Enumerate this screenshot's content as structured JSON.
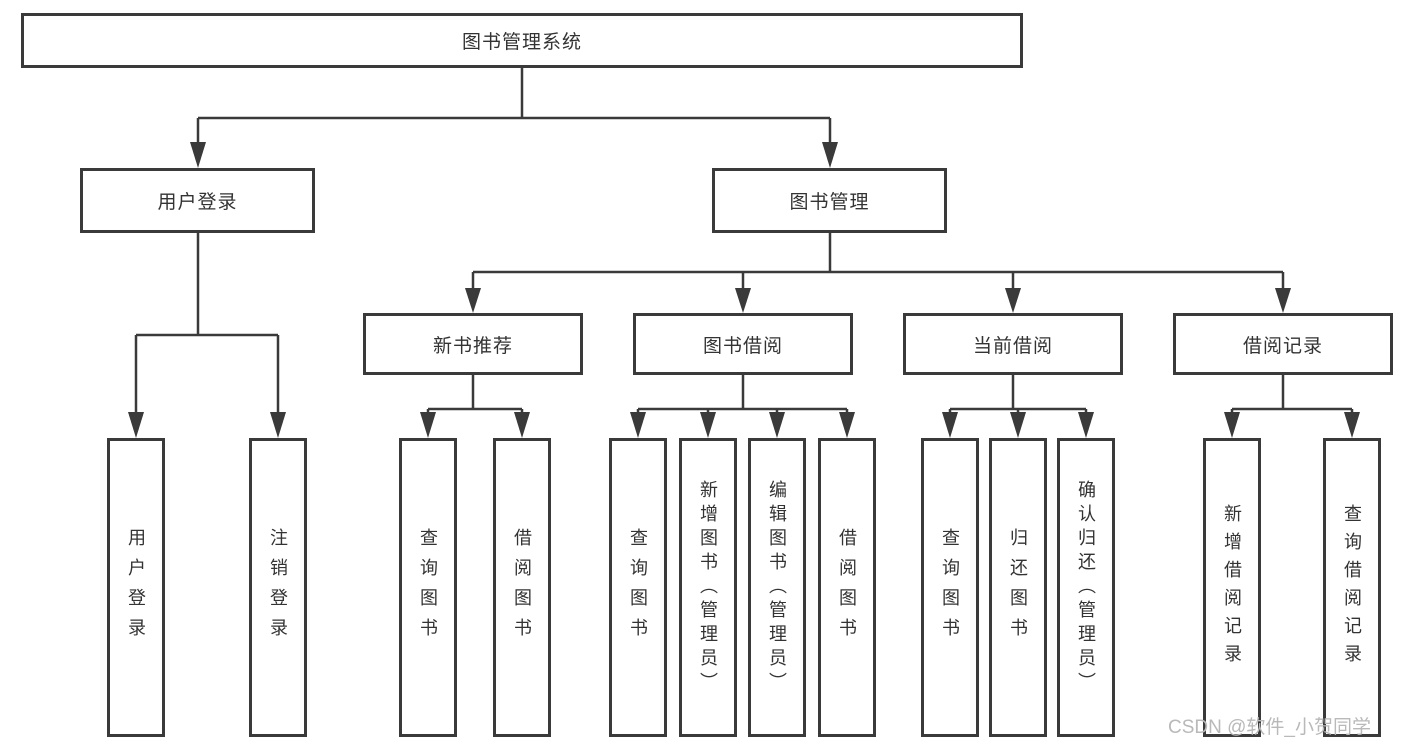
{
  "diagram": {
    "root": {
      "label": "图书管理系统"
    },
    "user_login": {
      "label": "用户登录",
      "children": [
        "用户登录",
        "注销登录"
      ]
    },
    "book_management": {
      "label": "图书管理",
      "sections": [
        {
          "label": "新书推荐",
          "children": [
            "查询图书",
            "借阅图书"
          ]
        },
        {
          "label": "图书借阅",
          "children": [
            "查询图书",
            "新增图书（管理员）",
            "编辑图书（管理员）",
            "借阅图书"
          ]
        },
        {
          "label": "当前借阅",
          "children": [
            "查询图书",
            "归还图书",
            "确认归还（管理员）"
          ]
        },
        {
          "label": "借阅记录",
          "children": [
            "新增借阅记录",
            "查询借阅记录"
          ]
        }
      ]
    },
    "watermark": "CSDN @软件_小贺同学",
    "colors": {
      "line": "#3a3a3a",
      "text": "#333333",
      "watermark": "#b9b9b9",
      "background": "#ffffff"
    }
  }
}
